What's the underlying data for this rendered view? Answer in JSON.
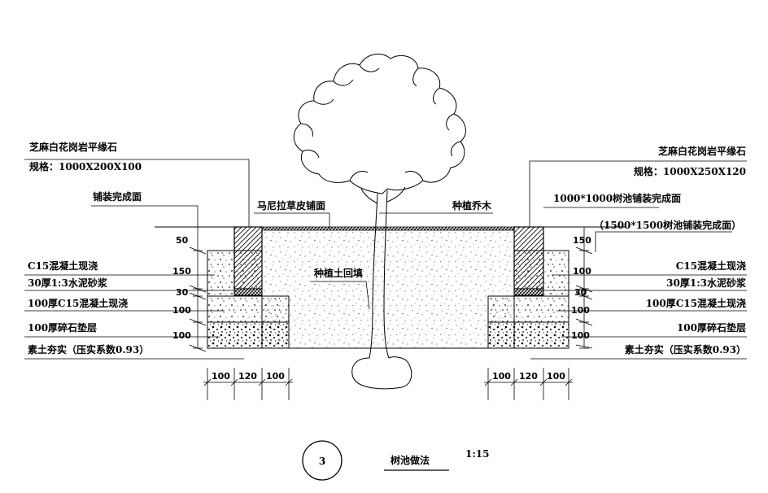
{
  "left_labels": {
    "curb_name": "芝麻白花岗岩平缘石",
    "curb_spec": "规格：1000X200X100",
    "paving_finish": "铺装完成面",
    "c15_cast": "C15混凝土现浇",
    "mortar": "30厚1:3水泥砂浆",
    "c15_cushion": "100厚C15混凝土现浇",
    "gravel": "100厚碎石垫层",
    "soil": "素土夯实（压实系数0.93）"
  },
  "right_labels": {
    "curb_name": "芝麻白花岗岩平缘石",
    "curb_spec": "规格：1000X250X120",
    "pit_finish": "1000*1000树池铺装完成面",
    "pit_finish_alt": "（1500*1500树池铺装完成面）",
    "c15_cast": "C15混凝土现浇",
    "mortar": "30厚1:3水泥砂浆",
    "c15_cushion": "100厚C15混凝土现浇",
    "gravel": "100厚碎石垫层",
    "soil": "素土夯实（压实系数0.93）"
  },
  "center_labels": {
    "grass": "马尼拉草皮铺面",
    "tree": "种植乔木",
    "backfill": "种植土回填"
  },
  "left_dims": {
    "d50": "50",
    "d150": "150",
    "d30": "30",
    "d100a": "100",
    "d100b": "100",
    "bottom": [
      "100",
      "120",
      "100"
    ]
  },
  "right_dims": {
    "d150": "150",
    "d100a": "100",
    "d30": "30",
    "d100b": "100",
    "d100c": "100",
    "bottom": [
      "100",
      "120",
      "100"
    ]
  },
  "title": {
    "number": "3",
    "name": "树池做法",
    "scale": "1:15"
  }
}
